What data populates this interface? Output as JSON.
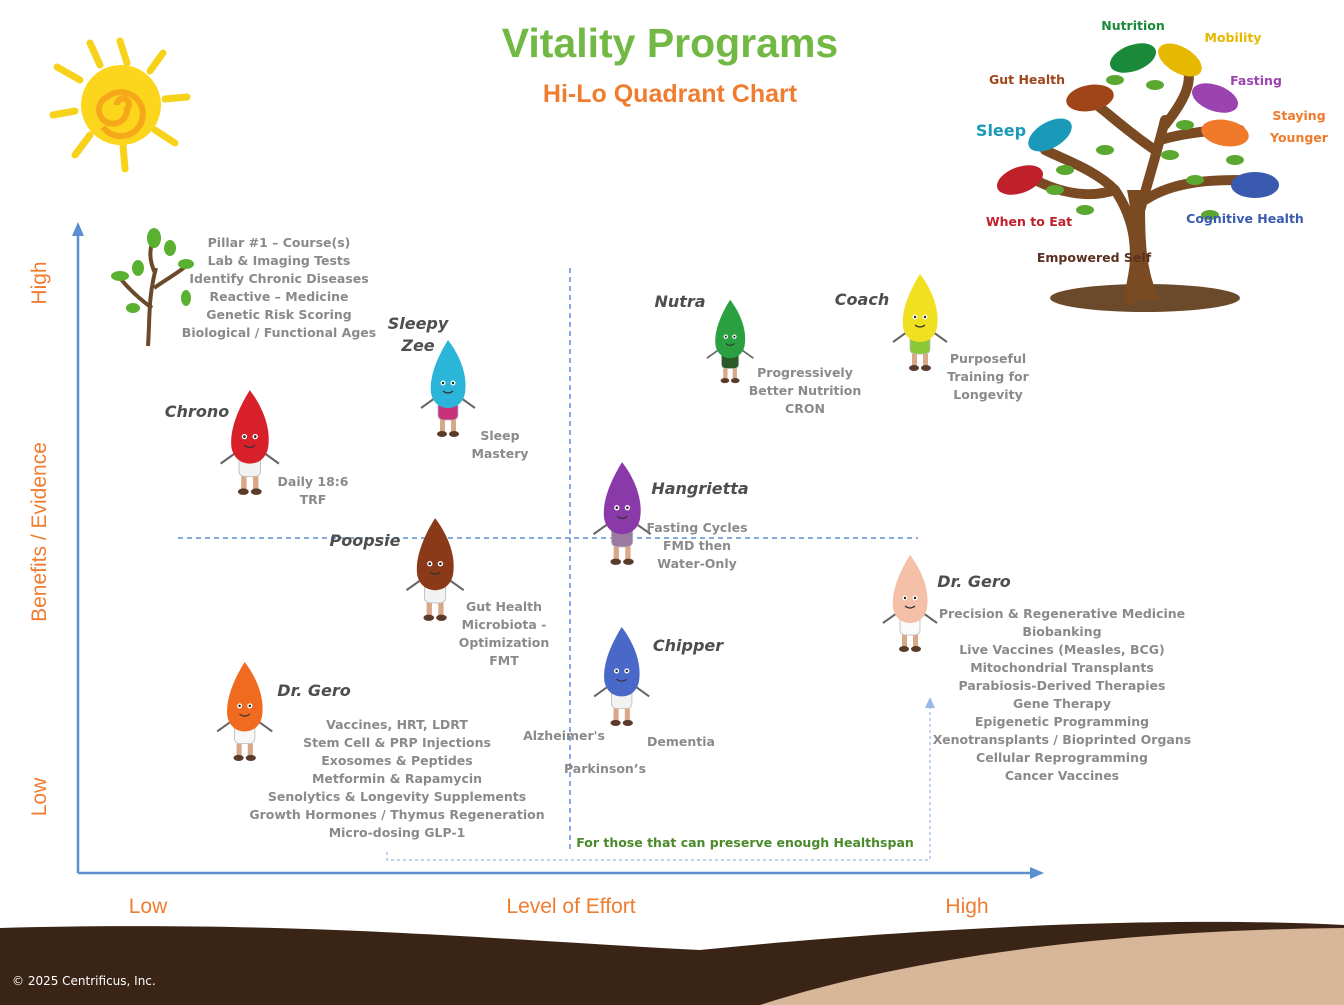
{
  "header": {
    "title": "Vitality Programs",
    "subtitle": "Hi-Lo Quadrant Chart",
    "title_color": "#72b844",
    "subtitle_color": "#f07c30"
  },
  "axes": {
    "y_high": "High",
    "y_title": "Benefits / Evidence",
    "y_low": "Low",
    "x_low": "Low",
    "x_title": "Level of Effort",
    "x_high": "High",
    "color": "#5b8fd0"
  },
  "tree": {
    "labels": [
      {
        "text": "Nutrition",
        "color": "#1a8a3a"
      },
      {
        "text": "Mobility",
        "color": "#e6b800"
      },
      {
        "text": "Gut Health",
        "color": "#a0451a"
      },
      {
        "text": "Fasting",
        "color": "#9b44b0"
      },
      {
        "text": "Sleep",
        "color": "#1a9ab8"
      },
      {
        "text": "Staying Younger",
        "color": "#f07a2a"
      },
      {
        "text": "When to Eat",
        "color": "#c0202a"
      },
      {
        "text": "Cognitive Health",
        "color": "#3a5ab0"
      },
      {
        "text": "Empowered Self",
        "color": "#5a3020"
      }
    ]
  },
  "pillar": {
    "lines": [
      "Pillar #1 – Course(s)",
      "Lab & Imaging Tests",
      "Identify Chronic Diseases",
      "Reactive – Medicine",
      "Genetic Risk Scoring",
      "Biological / Functional Ages"
    ]
  },
  "characters": [
    {
      "name": "Sleepy Zee",
      "color": "#2bb5d8",
      "body": "#c8307a",
      "desc": [
        "Sleep",
        "Mastery"
      ]
    },
    {
      "name": "Chrono",
      "color": "#d8202a",
      "body": "#f2f2f2",
      "desc": [
        "Daily 18:6",
        "TRF"
      ]
    },
    {
      "name": "Poopsie",
      "color": "#8a3a18",
      "body": "#f2f2f2",
      "desc": [
        "Gut Health",
        "Microbiota -",
        "Optimization",
        "FMT"
      ]
    },
    {
      "name": "Dr. Gero",
      "color": "#f06a20",
      "body": "#f7f7f7",
      "desc": [
        "Vaccines, HRT, LDRT",
        "Stem Cell & PRP Injections",
        "Exosomes & Peptides",
        "Metformin & Rapamycin",
        "Senolytics & Longevity Supplements",
        "Growth Hormones / Thymus Regeneration",
        "Micro-dosing GLP-1"
      ]
    },
    {
      "name": "Nutra",
      "color": "#2aa040",
      "body": "#2a5a28",
      "desc": [
        "Progressively",
        "Better Nutrition",
        "CRON"
      ]
    },
    {
      "name": "Coach",
      "color": "#f0e020",
      "body": "#8ac83a",
      "desc": [
        "Purposeful",
        "Training for",
        "Longevity"
      ]
    },
    {
      "name": "Hangrietta",
      "color": "#8a3aa8",
      "body": "#9a7aa0",
      "desc": [
        "Fasting Cycles",
        "FMD then",
        "Water-Only"
      ]
    },
    {
      "name": "Chipper",
      "color": "#4a68c8",
      "body": "#f2f2f2",
      "desc": [
        "Alzheimer's",
        "Dementia",
        "Parkinson’s"
      ]
    },
    {
      "name": "Dr. Gero",
      "color": "#f4c0a8",
      "body": "#fafafa",
      "desc": [
        "Precision & Regenerative Medicine",
        "Biobanking",
        "Live Vaccines (Measles, BCG)",
        "Mitochondrial Transplants",
        "Parabiosis-Derived Therapies",
        "Gene Therapy",
        "Epigenetic Programming",
        "Xenotransplants / Bioprinted Organs",
        "Cellular Reprogramming",
        "Cancer Vaccines"
      ]
    }
  ],
  "healthspan_note": "For those that can preserve enough Healthspan",
  "footer": {
    "copyright": "© 2025 Centrificus, Inc."
  }
}
